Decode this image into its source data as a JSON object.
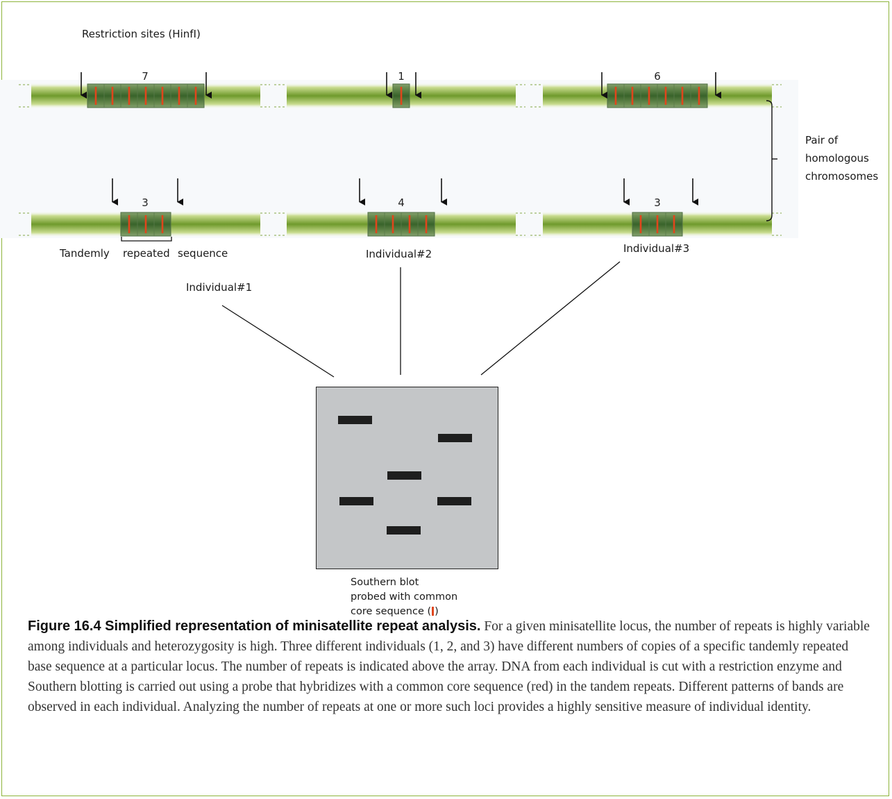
{
  "labels": {
    "restriction_sites": "Restriction sites (HinfI)",
    "pair_line1": "Pair of",
    "pair_line2": "homologous",
    "pair_line3": "chromosomes",
    "tandem": "Tandemly",
    "repeated": "repeated",
    "sequence": "sequence",
    "individual1": "Individual#1",
    "individual2": "Individual#2",
    "individual3": "Individual#3",
    "southern_line1": "Southern blot",
    "southern_line2": "probed with common",
    "southern_line3": "core sequence (",
    "southern_close": ")"
  },
  "individuals": [
    {
      "id": 1,
      "top_repeats": 7,
      "bottom_repeats": 3
    },
    {
      "id": 2,
      "top_repeats": 1,
      "bottom_repeats": 4
    },
    {
      "id": 3,
      "top_repeats": 6,
      "bottom_repeats": 3
    }
  ],
  "repeat_counts": {
    "ind1_top": "7",
    "ind1_bottom": "3",
    "ind2_top": "1",
    "ind2_bottom": "4",
    "ind3_top": "6",
    "ind3_bottom": "3"
  },
  "caption": {
    "figure_label": "Figure 16.4 Simplified representation of minisatellite repeat analysis.",
    "text": " For a given minisatellite locus, the number of repeats is highly variable among individuals and heterozygosity is high. Three different individuals (1, 2, and 3) have different numbers of copies of a specific tandemly repeated base sequence at a particular locus. The number of repeats is indicated above the array. DNA from each individual is cut with a restriction enzyme and Southern blotting is carried out using a probe that hybridizes with a common core sequence (red) in the tandem repeats. Different patterns of bands are observed in each individual. Analyzing the number of repeats at one or more such loci provides a highly sensitive measure of individual identity."
  },
  "colors": {
    "frame": "#8db43a",
    "chromosome": "#7fa63a",
    "repeat_block": "#44703a",
    "core_sequence": "#e0461c",
    "blot": "#c4c6c8",
    "band": "#1e1e1e"
  }
}
